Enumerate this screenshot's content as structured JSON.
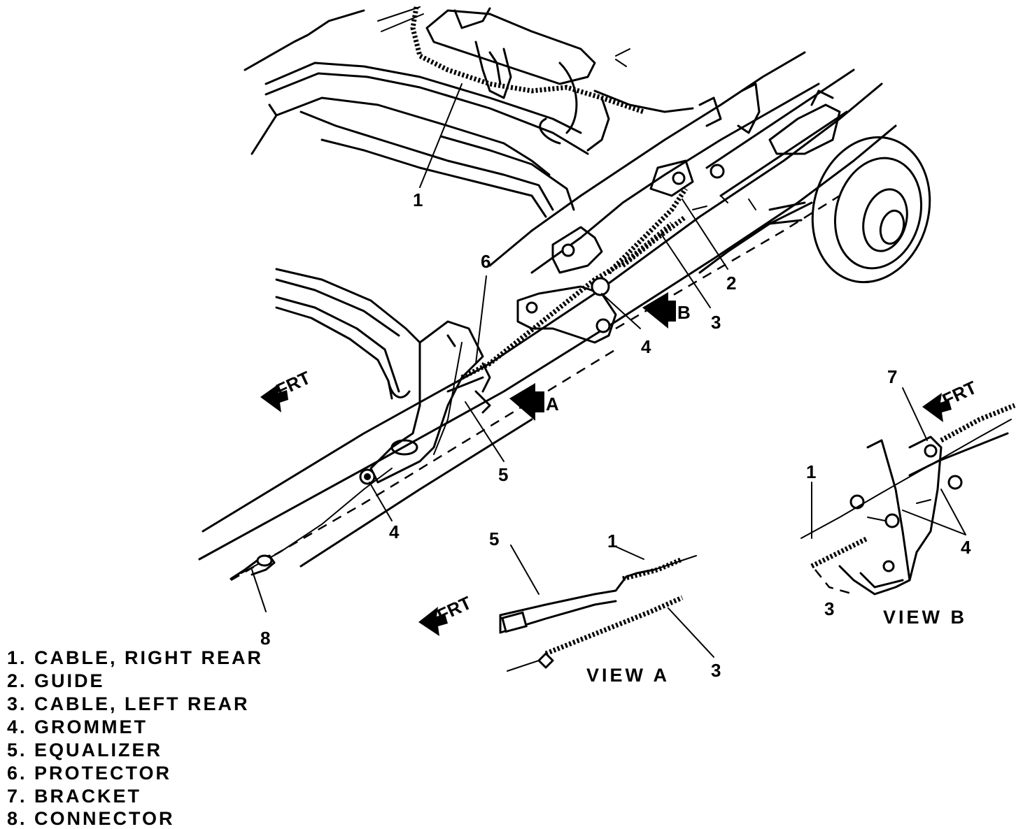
{
  "callouts": [
    {
      "id": "c1-top",
      "text": "1"
    },
    {
      "id": "c2",
      "text": "2"
    },
    {
      "id": "c3-top",
      "text": "3"
    },
    {
      "id": "c4-center",
      "text": "4"
    },
    {
      "id": "c6",
      "text": "6"
    },
    {
      "id": "c5-main",
      "text": "5"
    },
    {
      "id": "c4-left",
      "text": "4"
    },
    {
      "id": "c8",
      "text": "8"
    },
    {
      "id": "c5-viewa",
      "text": "5"
    },
    {
      "id": "c1-viewa",
      "text": "1"
    },
    {
      "id": "c3-viewa",
      "text": "3"
    },
    {
      "id": "c7",
      "text": "7"
    },
    {
      "id": "c1-viewb",
      "text": "1"
    },
    {
      "id": "c4-viewb",
      "text": "4"
    },
    {
      "id": "c3-viewb",
      "text": "3"
    }
  ],
  "arrows": {
    "frt": "FRT",
    "view_a_letter": "A",
    "view_b_letter": "B"
  },
  "views": {
    "view_a_title": "VIEW  A",
    "view_b_title": "VIEW  B"
  },
  "legend": [
    "1. CABLE, RIGHT REAR",
    "2. GUIDE",
    "3. CABLE, LEFT REAR",
    "4. GROMMET",
    "5. EQUALIZER",
    "6. PROTECTOR",
    "7. BRACKET",
    "8. CONNECTOR"
  ]
}
